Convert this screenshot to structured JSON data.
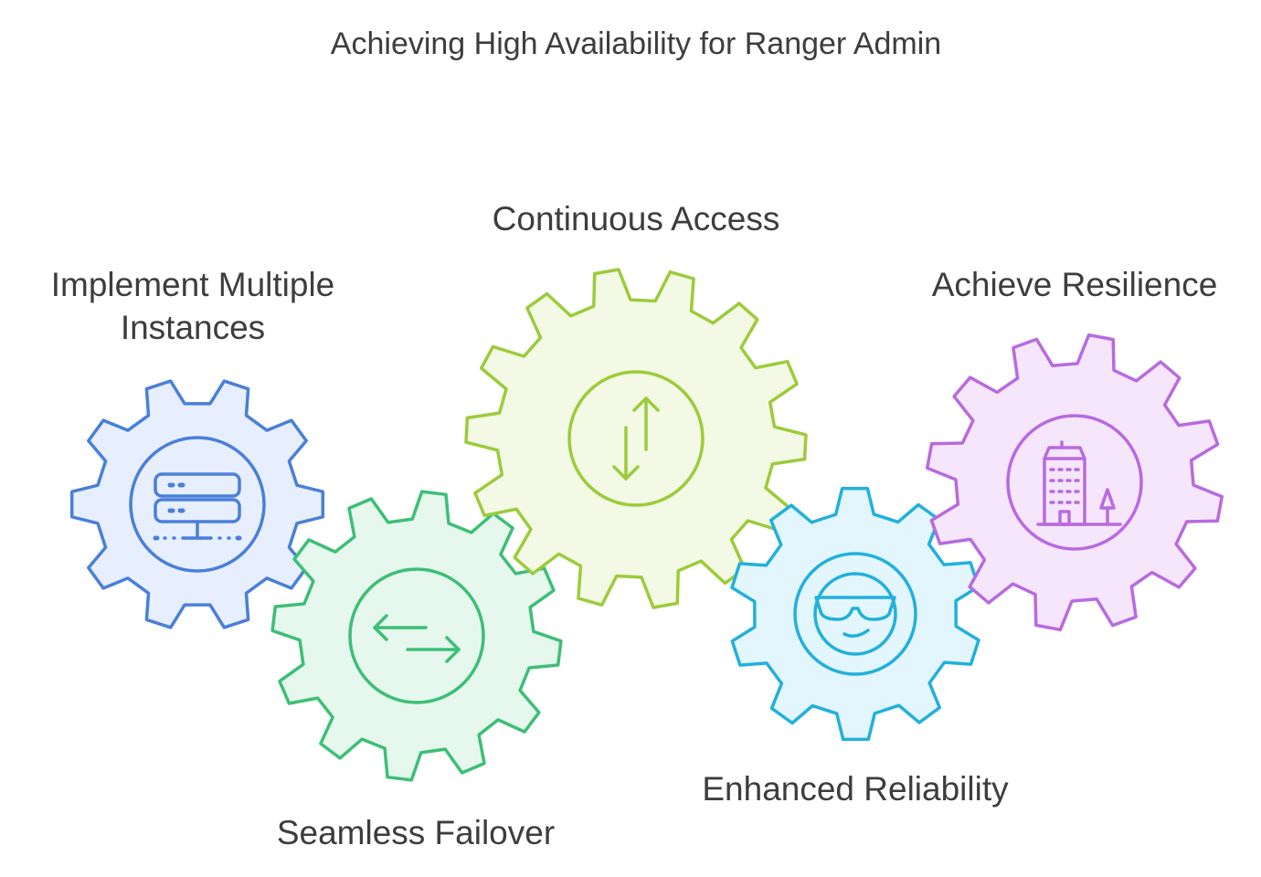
{
  "title": "Achieving High Availability for Ranger Admin",
  "gears": [
    {
      "id": "multiple-instances",
      "label_lines": [
        "Implement Multiple",
        "Instances"
      ],
      "icon": "server-icon",
      "stroke": "#4a7fd9",
      "fill": "#e7efff"
    },
    {
      "id": "seamless-failover",
      "label_lines": [
        "Seamless Failover"
      ],
      "icon": "swap-arrows-icon",
      "stroke": "#3cbf76",
      "fill": "#e6f8ee"
    },
    {
      "id": "continuous-access",
      "label_lines": [
        "Continuous Access"
      ],
      "icon": "vertical-arrows-icon",
      "stroke": "#9ccb3a",
      "fill": "#f3f9e5"
    },
    {
      "id": "enhanced-reliability",
      "label_lines": [
        "Enhanced Reliability"
      ],
      "icon": "sunglasses-face-icon",
      "stroke": "#22b0dc",
      "fill": "#e3f6fd"
    },
    {
      "id": "achieve-resilience",
      "label_lines": [
        "Achieve Resilience"
      ],
      "icon": "building-tree-icon",
      "stroke": "#b86ae0",
      "fill": "#f6e6fc"
    }
  ]
}
